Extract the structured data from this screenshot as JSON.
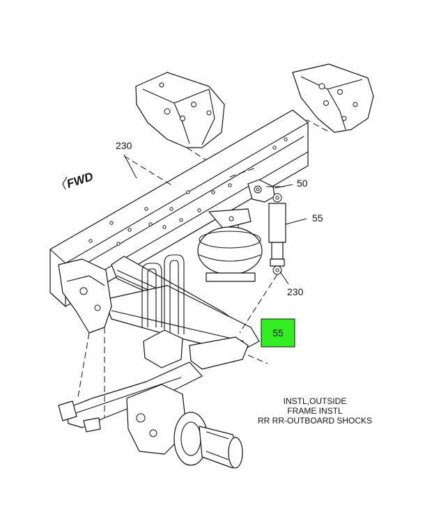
{
  "diagram": {
    "callouts": [
      {
        "id": "c230_top",
        "text": "230"
      },
      {
        "id": "c50",
        "text": "50"
      },
      {
        "id": "c55",
        "text": "55"
      },
      {
        "id": "c230_right",
        "text": "230"
      }
    ],
    "highlight": {
      "text": "55",
      "color": "#33ee22"
    },
    "fwd_label": "FWD",
    "notes": [
      "INSTL,OUTSIDE",
      "FRAME INSTL",
      "RR RR-OUTBOARD SHOCKS"
    ],
    "colors": {
      "line": "#111111",
      "background": "#ffffff",
      "highlight": "#33ee22"
    }
  }
}
